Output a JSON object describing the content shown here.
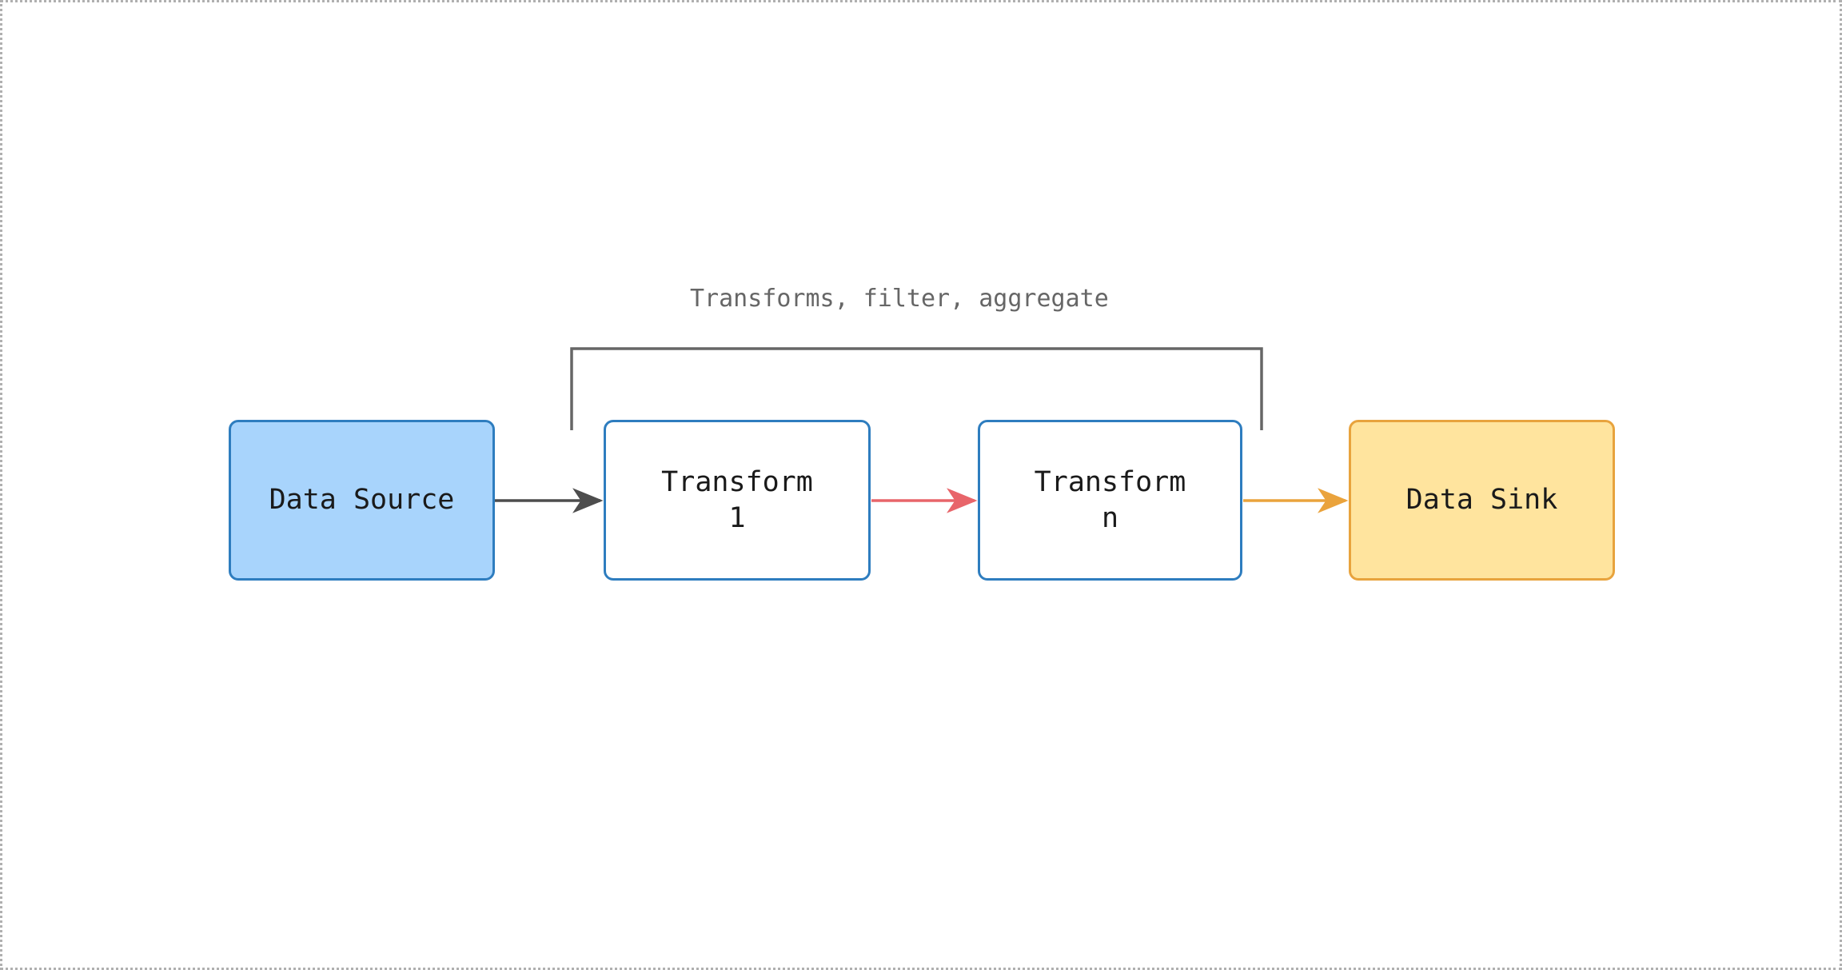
{
  "diagram": {
    "type": "flowchart",
    "title": "",
    "canvas": {
      "border_style": "dotted",
      "border_color": "#b0b0b0",
      "background": "#ffffff"
    },
    "nodes": [
      {
        "id": "data-source",
        "label": "Data Source",
        "fill": "#a8d4fc",
        "stroke": "#2e7dbf"
      },
      {
        "id": "transform-1",
        "label": "Transform\n1",
        "fill": "#ffffff",
        "stroke": "#2e7dbf"
      },
      {
        "id": "transform-n",
        "label": "Transform\nn",
        "fill": "#ffffff",
        "stroke": "#2e7dbf"
      },
      {
        "id": "data-sink",
        "label": "Data Sink",
        "fill": "#ffe49e",
        "stroke": "#e8a33d"
      }
    ],
    "edges": [
      {
        "id": "edge-source-to-transform1",
        "from": "data-source",
        "to": "transform-1",
        "label": "",
        "color": "#4d4d4d"
      },
      {
        "id": "edge-transform1-to-transformn",
        "from": "transform-1",
        "to": "transform-n",
        "label": "",
        "color": "#e8656a"
      },
      {
        "id": "edge-transformn-to-sink",
        "from": "transform-n",
        "to": "data-sink",
        "label": "",
        "color": "#eaa33c"
      }
    ],
    "group_bracket": {
      "label": "Transforms, filter, aggregate",
      "color": "#666666",
      "spans": [
        "transform-1",
        "transform-n"
      ]
    }
  }
}
